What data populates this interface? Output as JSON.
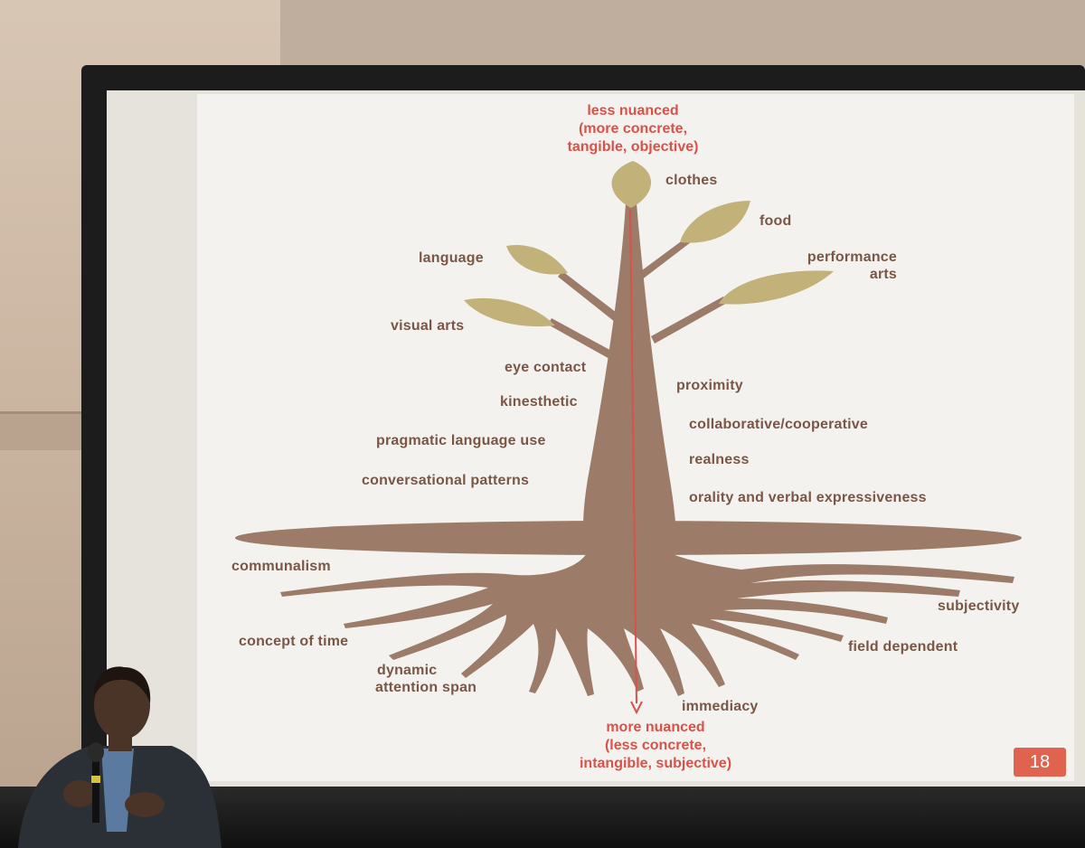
{
  "slide": {
    "top_note": [
      "less nuanced",
      "(more concrete,",
      "tangible, objective)"
    ],
    "bottom_note": [
      "more nuanced",
      "(less concrete,",
      "intangible, subjective)"
    ],
    "page_number": "18",
    "leaves": {
      "clothes": "clothes",
      "food": "food",
      "performance_arts": [
        "performance",
        "arts"
      ],
      "language": "language",
      "visual_arts": "visual arts"
    },
    "trunk_left": {
      "eye_contact": "eye contact",
      "kinesthetic": "kinesthetic",
      "pragmatic": "pragmatic language use",
      "conversational": "conversational patterns"
    },
    "trunk_right": {
      "proximity": "proximity",
      "collaborative": "collaborative/cooperative",
      "realness": "realness",
      "orality": "orality and verbal expressiveness"
    },
    "roots": {
      "communalism": "communalism",
      "concept_of_time": "concept of time",
      "dynamic_attention": [
        "dynamic",
        "attention span"
      ],
      "immediacy": "immediacy",
      "field_dependent": "field dependent",
      "subjectivity": "subjectivity"
    }
  },
  "colors": {
    "tree": "#9c7b68",
    "leaf": "#c2b27a",
    "arrow": "#d9524a",
    "label": "#7a5745",
    "badge": "#e0634f"
  }
}
